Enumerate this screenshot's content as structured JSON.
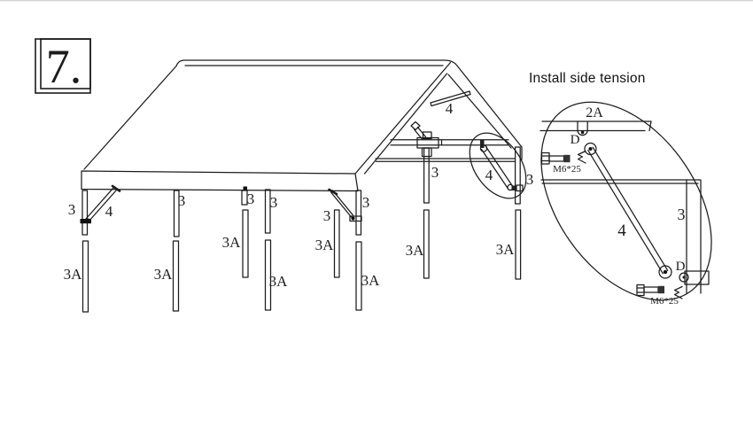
{
  "step": {
    "number": "7."
  },
  "detail": {
    "title": "Install side tension"
  },
  "part_labels": {
    "leg_pole": "3",
    "leg_extension": "3A",
    "tension_bar": "4",
    "side_beam": "2A",
    "connector": "D",
    "bolt_spec": "M6*25"
  }
}
